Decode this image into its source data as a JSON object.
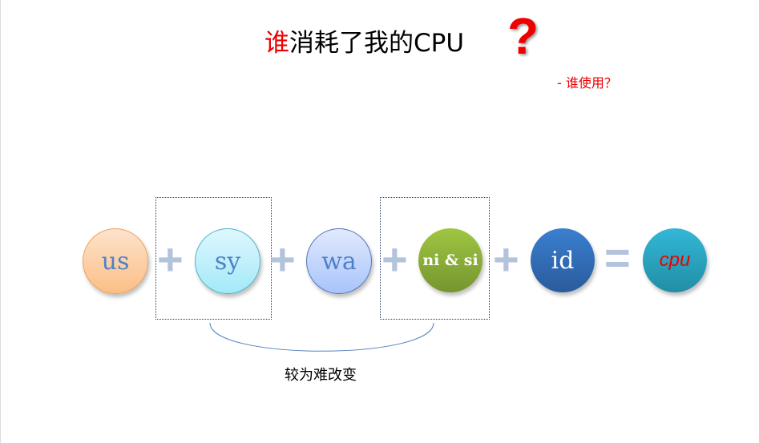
{
  "title": {
    "highlight": "谁",
    "rest": "消耗了我的CPU",
    "question_mark": "?"
  },
  "subtitle": "- 谁使用？",
  "equation": {
    "terms": [
      {
        "label": "us",
        "color": "#fcc793"
      },
      {
        "label": "sy",
        "color": "#a9ebf9"
      },
      {
        "label": "wa",
        "color": "#b3ccfb"
      },
      {
        "label": "ni & si",
        "color": "#8ab23b"
      },
      {
        "label": "id",
        "color": "#3470bb"
      }
    ],
    "operators": [
      "+",
      "+",
      "+",
      "+"
    ],
    "equals": "=",
    "result": {
      "label": "cpu",
      "color": "#2aa6c2"
    }
  },
  "bracket_label": "较为难改变"
}
